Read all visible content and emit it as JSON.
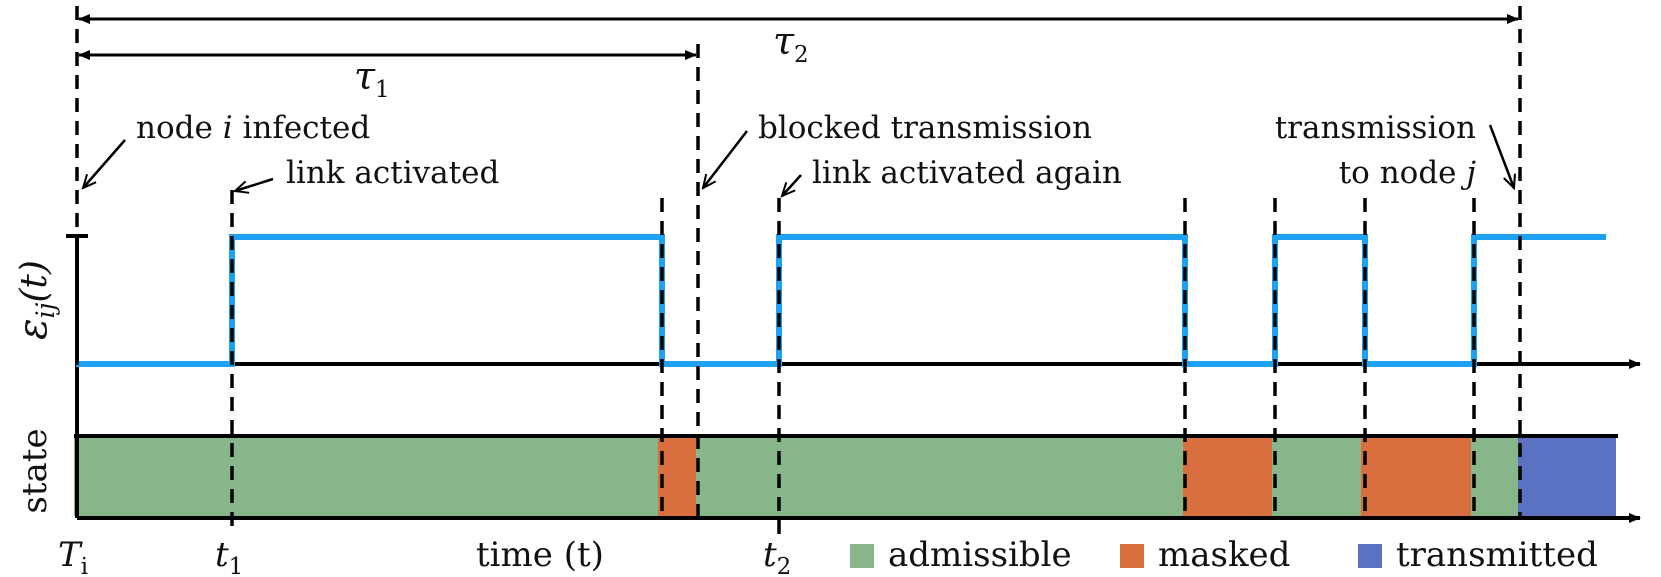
{
  "colors": {
    "admissible": "#86b689",
    "masked": "#d96f3e",
    "transmitted": "#5b71c1",
    "signal": "#1ea1f0",
    "ink": "#000000"
  },
  "intervals": {
    "tau1": "τ",
    "tau1_sub": "1",
    "tau2": "τ",
    "tau2_sub": "2"
  },
  "annotations": {
    "node_infected_pre": "node ",
    "node_infected_var": "i",
    "node_infected_post": " infected",
    "link_activated": "link activated",
    "blocked": "blocked transmission",
    "link_again": "link activated again",
    "transmission_line1": "transmission",
    "transmission_line2_pre": "to node ",
    "transmission_line2_var": "j"
  },
  "axes": {
    "epsilon_symbol": "ε",
    "epsilon_sub": "ij",
    "epsilon_arg": "(t)",
    "state_label": "state",
    "time_label": "time (t)"
  },
  "ticks": {
    "Ti": "T",
    "Ti_sub": "i",
    "t1": "t",
    "t1_sub": "1",
    "t2": "t",
    "t2_sub": "2"
  },
  "legend": {
    "admissible": "admissible",
    "masked": "masked",
    "transmitted": "transmitted"
  }
}
